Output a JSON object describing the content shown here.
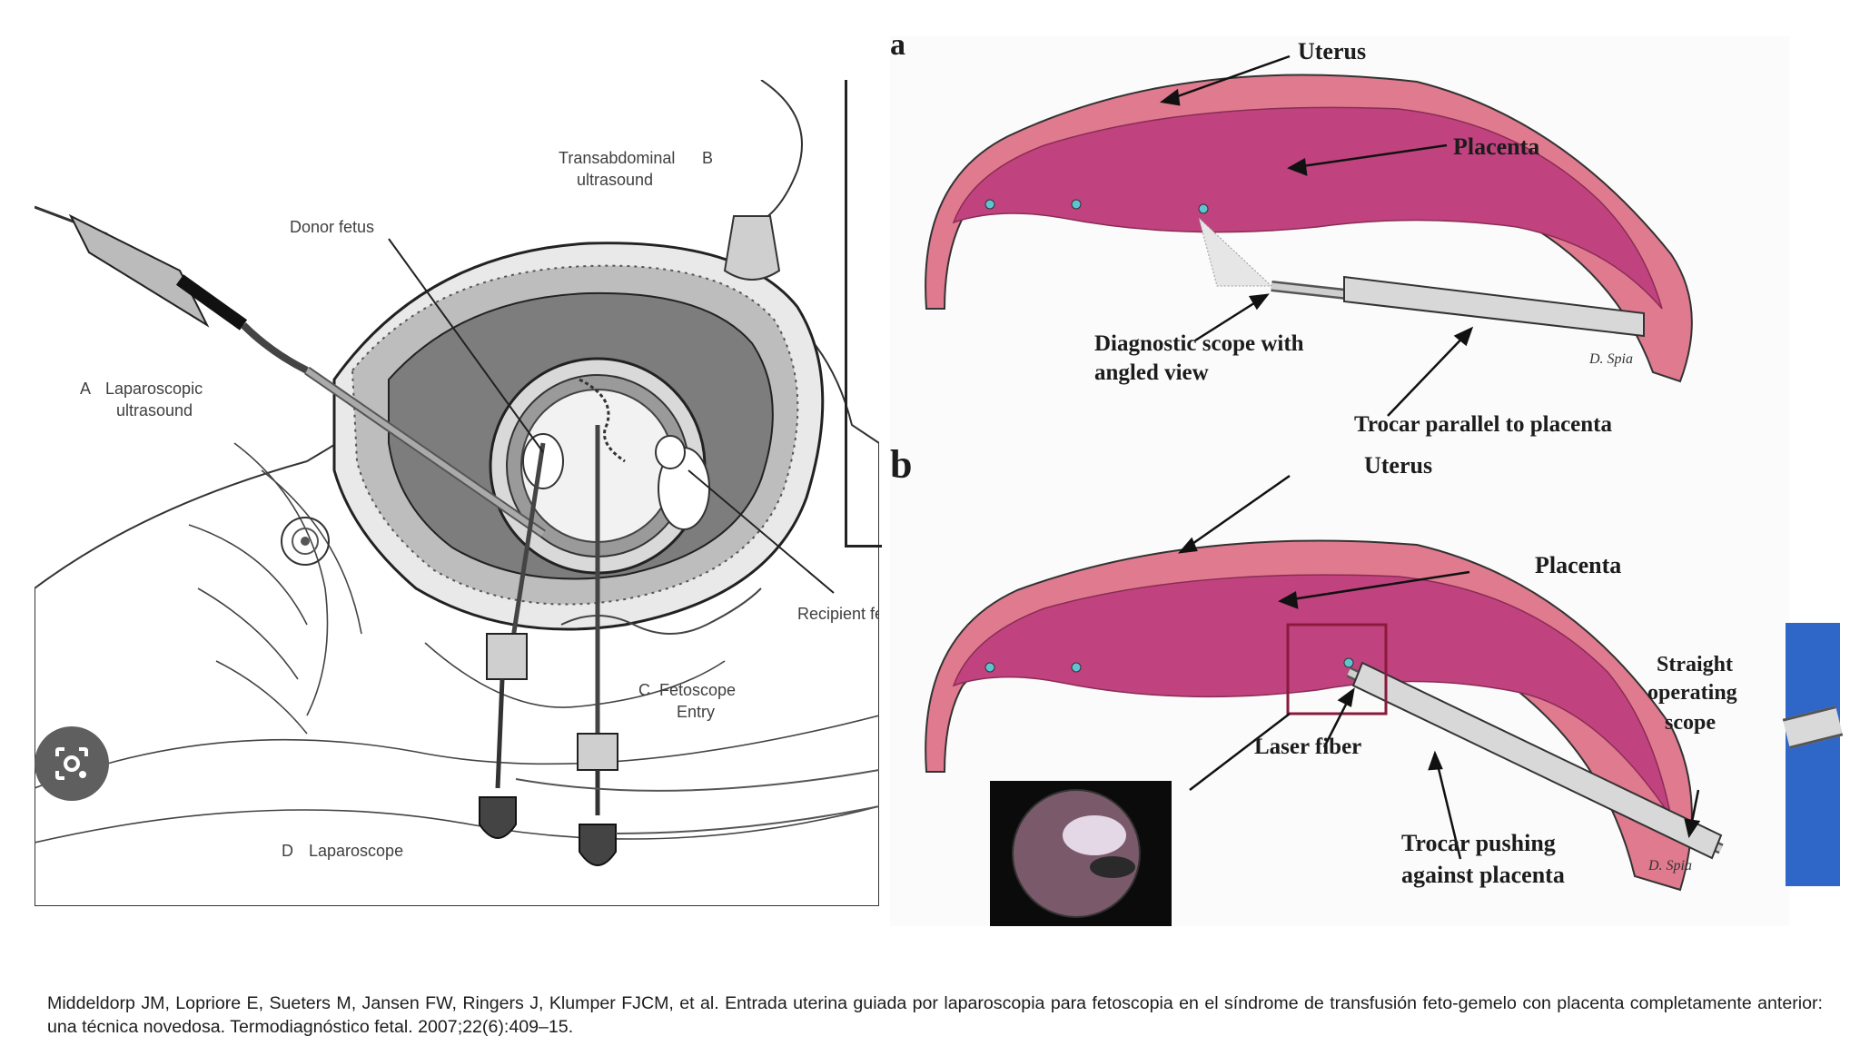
{
  "left_figure": {
    "labels": {
      "transabdominal": [
        "Transabdominal",
        "ultrasound"
      ],
      "letter_b": "B",
      "donor_fetus": "Donor fetus",
      "laparoscopic_letter": "A",
      "laparoscopic": [
        "Laparoscopic",
        "ultrasound"
      ],
      "recipient": "Recipient fe",
      "fetoscope_letter": "C",
      "fetoscope": [
        "Fetoscope",
        "Entry"
      ],
      "laparoscope_letter": "D",
      "laparoscope": "Laparoscope"
    }
  },
  "right_figure": {
    "panel_a": {
      "letter": "a",
      "uterus": "Uterus",
      "placenta": "Placenta",
      "diagnostic_scope": [
        "Diagnostic scope with",
        "angled view"
      ],
      "trocar": "Trocar parallel to placenta",
      "signature": "D. Spia"
    },
    "panel_b": {
      "letter": "b",
      "uterus": "Uterus",
      "placenta": "Placenta",
      "straight_scope": [
        "Straight",
        "operating",
        "scope"
      ],
      "laser_fiber": "Laser fiber",
      "trocar": [
        "Trocar pushing",
        "against placenta"
      ],
      "signature": "D. Spia"
    }
  },
  "colors": {
    "uterus_wall": "#e07a8e",
    "placenta": "#c0437f",
    "edge_strip": "#2e67c8",
    "inset_box": "#8a1a3c"
  },
  "citation": "Middeldorp JM, Lopriore E, Sueters M, Jansen FW, Ringers J, Klumper FJCM, et al. Entrada uterina guiada por laparoscopia para fetoscopia en el síndrome de transfusión feto-gemelo con placenta completamente anterior: una técnica novedosa. Termodiagnóstico fetal. 2007;22(6):409–15.",
  "icons": {
    "lens": "google-lens-icon"
  }
}
